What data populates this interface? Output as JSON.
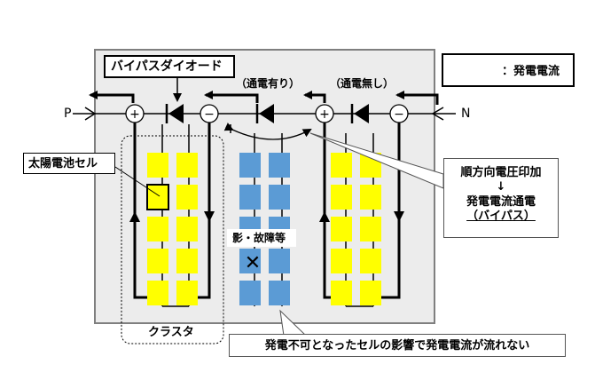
{
  "legend": {
    "label": "：発電電流"
  },
  "terminals": {
    "positive": "P",
    "negative": "N"
  },
  "polarity": {
    "plus": "+",
    "minus": "−"
  },
  "labels": {
    "bypass_diode": "バイパスダイオード",
    "conducting": "（通電有り）",
    "not_conducting": "（通電無し）",
    "solar_cell": "太陽電池セル",
    "shadow_fault": "影・故障等",
    "cluster": "クラスタ"
  },
  "callout_forward": {
    "line1": "順方向電圧印加",
    "arrow": "↓",
    "line2": "発電電流通電",
    "line3": "（バイパス）"
  },
  "callout_bottom": "発電不可となったセルの影響で発電電流が流れない",
  "faulty_mark": "✕",
  "colors": {
    "panel_bg": "#ececec",
    "panel_border": "#7f7f7f",
    "cell_yellow": "#ffff00",
    "cell_blue": "#5b9bd5",
    "wire": "#000000"
  }
}
